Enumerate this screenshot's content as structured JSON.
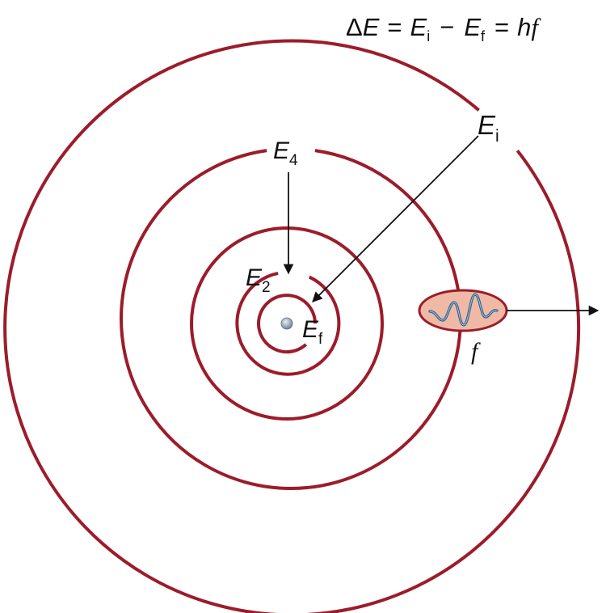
{
  "equation": {
    "delta": "Δ",
    "e": "E",
    "eq1": "=",
    "ei_base": "E",
    "ei_sub": "i",
    "minus": "−",
    "ef_base": "E",
    "ef_sub": "f",
    "eq2": "=",
    "h": "h",
    "f": "f"
  },
  "labels": {
    "e4_base": "E",
    "e4_sub": "4",
    "e2_base": "E",
    "e2_sub": "2",
    "ei_base": "E",
    "ei_sub": "i",
    "ef_base": "E",
    "ef_sub": "f",
    "photon_freq": "f"
  },
  "colors": {
    "orbit": "#9c1c2a",
    "nucleus": "#8fa3b8",
    "photon_fill": "#f0b9a6",
    "wave": "#2b5f8a",
    "arrow": "#111111"
  }
}
